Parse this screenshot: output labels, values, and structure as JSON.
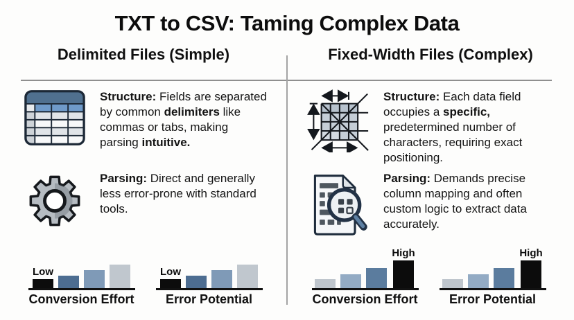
{
  "page": {
    "title": "TXT to CSV: Taming Complex Data"
  },
  "accent_colors": {
    "dark_navy": "#1c2836",
    "slate_blue": "#50708f",
    "cell_blue": "#6f9ac9",
    "steel_gray": "#b6bcc2"
  },
  "columns": [
    {
      "header": "Delimited Files (Simple)",
      "items": [
        {
          "icon": "table-icon",
          "runs": [
            {
              "t": "Structure:",
              "b": true
            },
            {
              "t": " Fields are separated by common ",
              "b": false
            },
            {
              "t": "delimiters",
              "b": true
            },
            {
              "t": " like commas or tabs, making parsing ",
              "b": false
            },
            {
              "t": "intuitive.",
              "b": true
            }
          ]
        },
        {
          "icon": "gear-icon",
          "runs": [
            {
              "t": "Parsing:",
              "b": true
            },
            {
              "t": " Direct and generally less error-prone with standard tools.",
              "b": false
            }
          ]
        }
      ],
      "charts": [
        {
          "type": "bar",
          "title": "Conversion Effort",
          "level": "Low",
          "bars": [
            {
              "value": 1,
              "height": 13,
              "color": "#0c0c0c",
              "annotation": "Low"
            },
            {
              "value": 2,
              "height": 18,
              "color": "#4d6d91"
            },
            {
              "value": 3,
              "height": 26,
              "color": "#7f9ab7"
            },
            {
              "value": 4,
              "height": 34,
              "color": "#c0c7ce"
            }
          ]
        },
        {
          "type": "bar",
          "title": "Error Potential",
          "level": "Low",
          "bars": [
            {
              "value": 1,
              "height": 13,
              "color": "#0c0c0c",
              "annotation": "Low"
            },
            {
              "value": 2,
              "height": 18,
              "color": "#4d6d91"
            },
            {
              "value": 3,
              "height": 26,
              "color": "#7f9ab7"
            },
            {
              "value": 4,
              "height": 34,
              "color": "#c0c7ce"
            }
          ]
        }
      ]
    },
    {
      "header": "Fixed-Width Files (Complex)",
      "items": [
        {
          "icon": "grid-measure-icon",
          "runs": [
            {
              "t": "Structure:",
              "b": true
            },
            {
              "t": " Each data field occupies a ",
              "b": false
            },
            {
              "t": "specific,",
              "b": true
            },
            {
              "t": " predetermined number of characters, requiring exact positioning.",
              "b": false
            }
          ]
        },
        {
          "icon": "document-magnifier-icon",
          "runs": [
            {
              "t": "Parsing:",
              "b": true
            },
            {
              "t": " Demands precise column mapping and often custom logic to extract data accurately.",
              "b": false
            }
          ]
        }
      ],
      "charts": [
        {
          "type": "bar",
          "title": "Conversion Effort",
          "level": "High",
          "bars": [
            {
              "value": 1,
              "height": 13,
              "color": "#bfc6cd"
            },
            {
              "value": 2,
              "height": 20,
              "color": "#93abc4"
            },
            {
              "value": 3,
              "height": 29,
              "color": "#5b7c9e"
            },
            {
              "value": 4,
              "height": 40,
              "color": "#0c0c0c",
              "annotation": "High"
            }
          ]
        },
        {
          "type": "bar",
          "title": "Error Potential",
          "level": "High",
          "bars": [
            {
              "value": 1,
              "height": 13,
              "color": "#bfc6cd"
            },
            {
              "value": 2,
              "height": 20,
              "color": "#93abc4"
            },
            {
              "value": 3,
              "height": 29,
              "color": "#5b7c9e"
            },
            {
              "value": 4,
              "height": 40,
              "color": "#0c0c0c",
              "annotation": "High"
            }
          ]
        }
      ]
    }
  ]
}
